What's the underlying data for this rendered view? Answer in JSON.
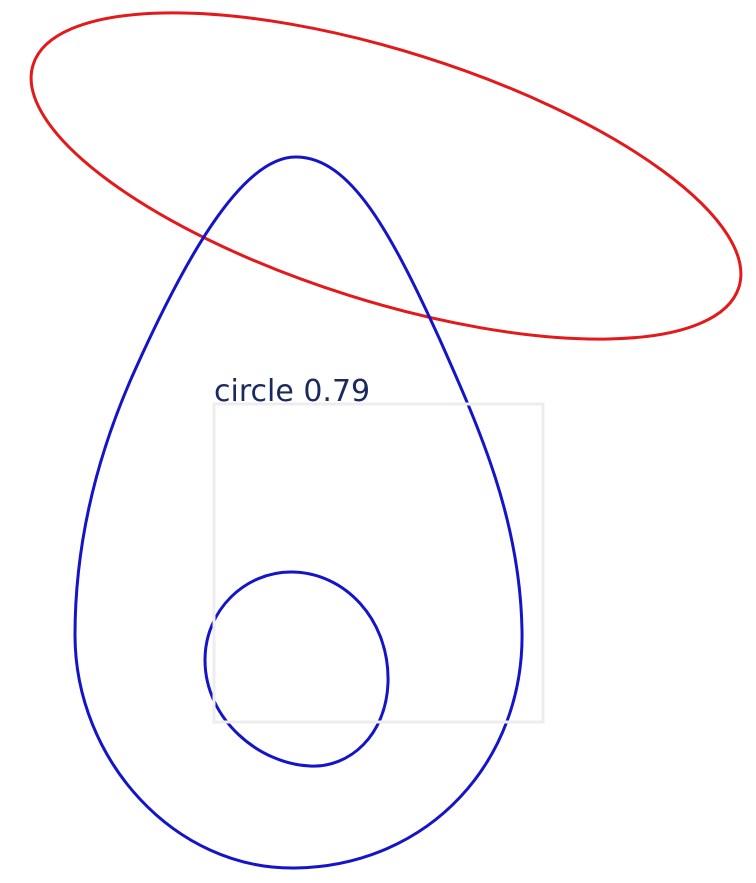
{
  "colors": {
    "background": "#ffffff",
    "ellipse": "#e31a1c",
    "shape_outline": "#1414c8",
    "detection_box": "#ededed",
    "label_text": "#1a2a5c"
  },
  "shapes": [
    {
      "kind": "ellipse",
      "color_key": "ellipse"
    },
    {
      "kind": "teardrop",
      "color_key": "shape_outline"
    },
    {
      "kind": "circle",
      "color_key": "shape_outline"
    }
  ],
  "detection": {
    "label": "circle",
    "score": "0.79",
    "text": "circle 0.79"
  }
}
